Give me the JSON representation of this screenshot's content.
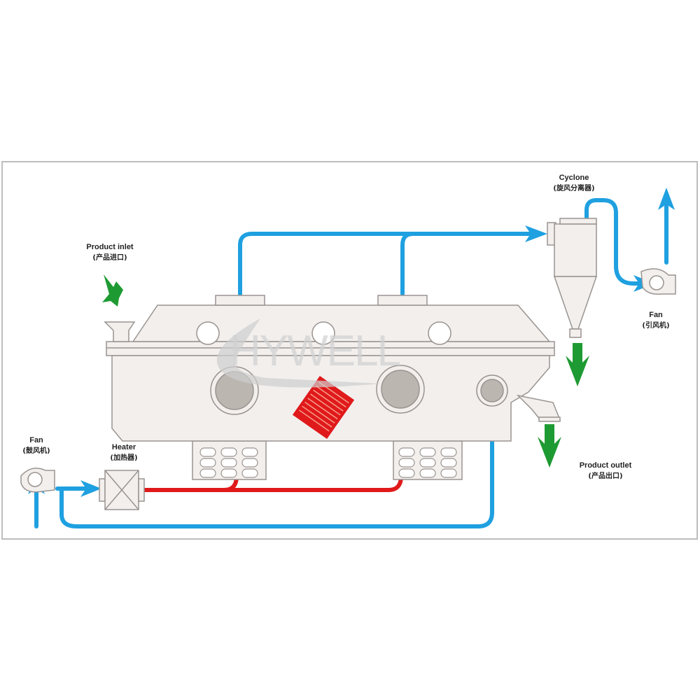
{
  "watermark": "HYWELL",
  "colors": {
    "air": "#1fa0e0",
    "hot_air": "#e0191b",
    "product": "#1e9a32",
    "body": "#f2efed",
    "outline": "#9a9490",
    "frame": "#bdbdbd"
  },
  "labels": {
    "product_inlet": {
      "en": "Product inlet",
      "cn": "(产品进口)"
    },
    "cyclone": {
      "en": "Cyclone",
      "cn": "(旋风分离器)"
    },
    "fan_exhaust": {
      "en": "Fan",
      "cn": "(引风机)"
    },
    "fan_blower": {
      "en": "Fan",
      "cn": "(鼓风机)"
    },
    "heater": {
      "en": "Heater",
      "cn": "(加热器)"
    },
    "product_outlet": {
      "en": "Product outlet",
      "cn": "(产品出口)"
    }
  },
  "icons": {
    "heater": "heater-icon",
    "fan_blower": "fan-icon",
    "fan_exhaust": "fan-icon",
    "cyclone": "cyclone-icon",
    "vibrator": "vibration-motor-icon"
  }
}
